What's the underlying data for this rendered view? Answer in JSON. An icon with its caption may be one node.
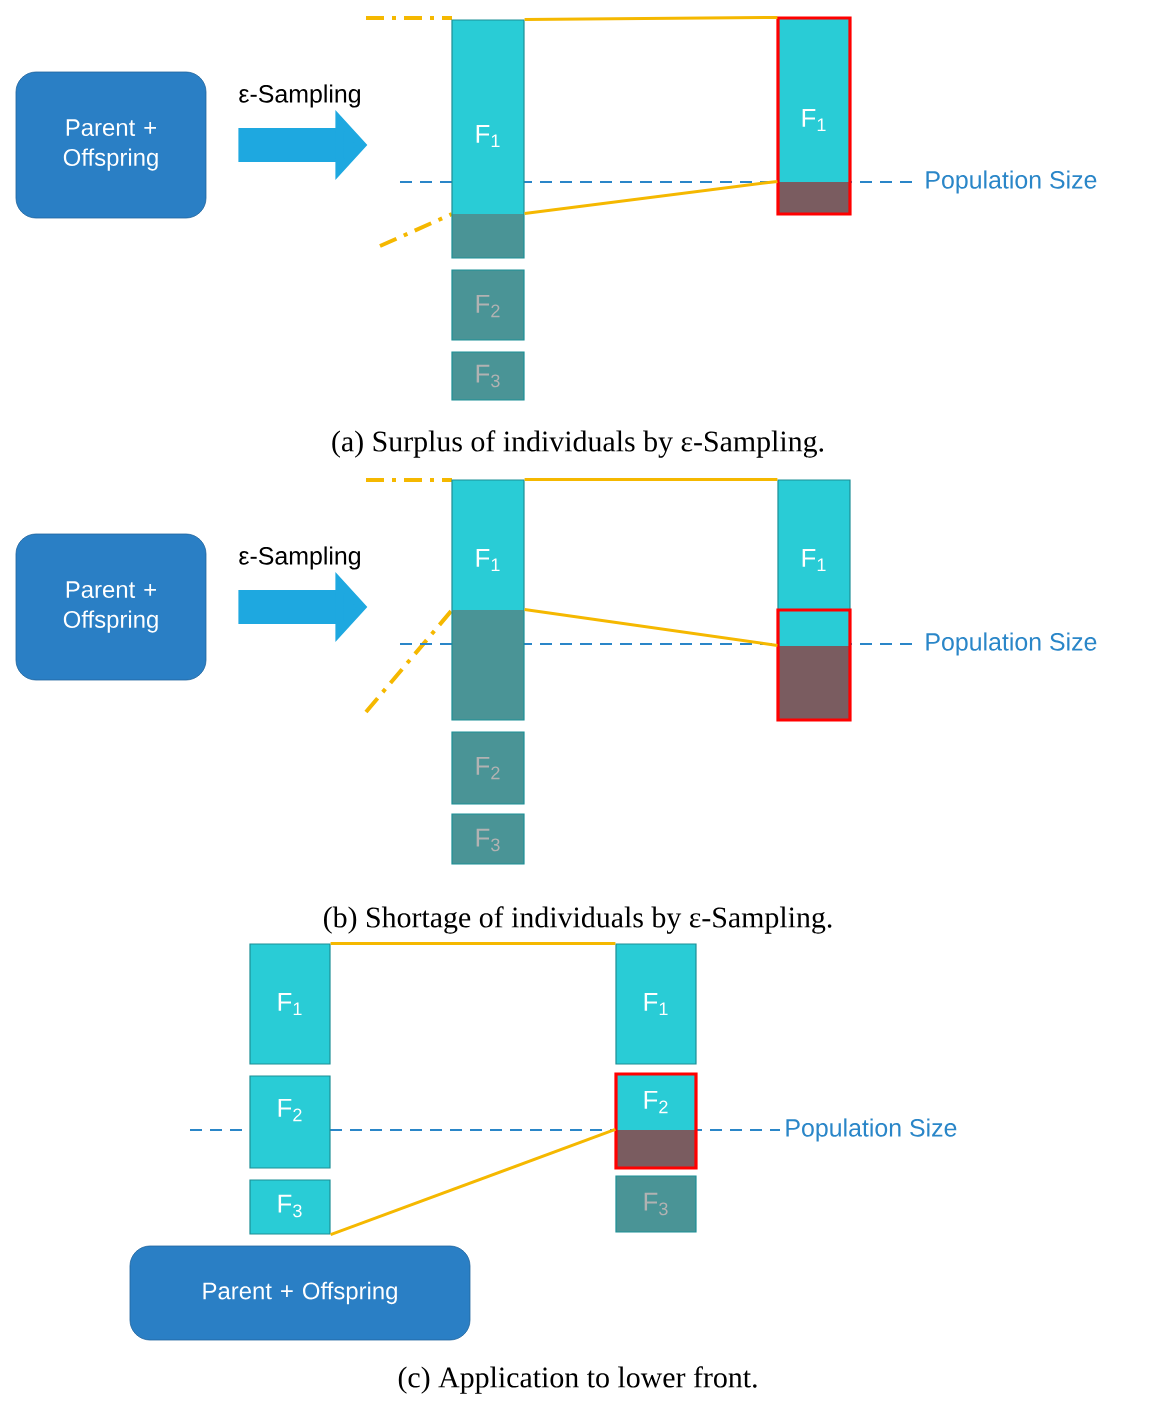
{
  "diagram": {
    "nodes": [
      {
        "text": [
          "Parent + Offspring"
        ]
      },
      {
        "text": [
          "F$_{1}$"
        ]
      },
      {
        "text": [
          "F$_{2}$"
        ]
      },
      {
        "text": [
          "F$_{3}$"
        ]
      },
      {
        "text": [
          "F$_{1}$"
        ]
      },
      {
        "text": [
          "Parent + Offspring"
        ]
      },
      {
        "text": [
          "F$_{1}$"
        ]
      },
      {
        "text": [
          "F$_{2}$"
        ]
      },
      {
        "text": [
          "F$_{3}$"
        ]
      },
      {
        "text": [
          "F$_{1}$"
        ]
      },
      {
        "text": [
          "F$_{1}$"
        ]
      },
      {
        "text": [
          "F$_{2}$"
        ]
      },
      {
        "text": [
          "F$_{3}$"
        ]
      },
      {
        "text": [
          "F$_{1}$"
        ]
      },
      {
        "text": [
          "F$_{2}$"
        ]
      },
      {
        "text": [
          "F$_{3}$"
        ]
      },
      {
        "text": [
          "Parent + Offspring"
        ]
      }
    ],
    "edges": [
      {
        "from": 0,
        "to": 1,
        "arrow": "to",
        "label": "ε-Sampling",
        "style": "thick",
        "color": "#1ea8e0"
      },
      {
        "from": 1,
        "to": 4,
        "arrow": "none"
      },
      {
        "from": 1,
        "to": 4,
        "arrow": "none"
      },
      {
        "from": 5,
        "to": 6,
        "arrow": "to",
        "label": "ε-Sampling",
        "style": "thick",
        "color": "#1ea8e0"
      },
      {
        "from": 6,
        "to": 9,
        "arrow": "none"
      },
      {
        "from": 6,
        "to": 9,
        "arrow": "none"
      },
      {
        "from": 10,
        "to": 13,
        "arrow": "none"
      },
      {
        "from": 12,
        "to": 14,
        "arrow": "none"
      }
    ],
    "labels": [
      "Population Size",
      "(a) Surplus of individuals by ε-Sampling.",
      "Population Size",
      "(b) Shortage of individuals by ε-Sampling.",
      "Population Size",
      "(c) Application to lower front."
    ]
  }
}
